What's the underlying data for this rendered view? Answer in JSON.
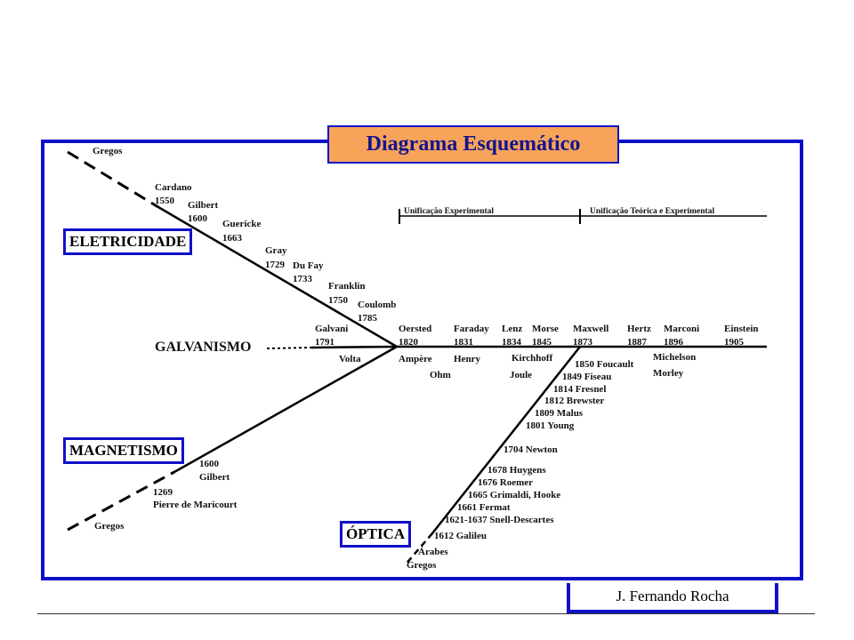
{
  "title": "Diagrama Esquemático",
  "author": "J. Fernando Rocha",
  "categories": {
    "eletricidade": "ELETRICIDADE",
    "magnetismo": "MAGNETISMO",
    "otica": "ÓPTICA",
    "galvanismo": "GALVANISMO"
  },
  "unification": {
    "experimental": "Unificação Experimental",
    "teorica": "Unificação Teórica e Experimental"
  },
  "electricity": {
    "gregos": "Gregos",
    "cardano": "Cardano",
    "cardano_year": "1550",
    "gilbert": "Gilbert",
    "gilbert_year": "1600",
    "guericke": "Guericke",
    "guericke_year": "1663",
    "gray": "Gray",
    "gray_year": "1729",
    "dufay": "Du Fay",
    "dufay_year": "1733",
    "franklin": "Franklin",
    "franklin_year": "1750",
    "coulomb": "Coulomb",
    "coulomb_year": "1785"
  },
  "galvanism": {
    "galvani": "Galvani",
    "galvani_year": "1791",
    "volta": "Volta"
  },
  "main_line": {
    "oersted": "Oersted",
    "oersted_year": "1820",
    "faraday": "Faraday",
    "faraday_year": "1831",
    "lenz": "Lenz",
    "lenz_year": "1834",
    "morse": "Morse",
    "morse_year": "1845",
    "maxwell": "Maxwell",
    "maxwell_year": "1873",
    "hertz": "Hertz",
    "hertz_year": "1887",
    "marconi": "Marconi",
    "marconi_year": "1896",
    "einstein": "Einstein",
    "einstein_year": "1905",
    "ampere": "Ampère",
    "ohm": "Ohm",
    "henry": "Henry",
    "kirchhoff": "Kirchhoff",
    "joule": "Joule",
    "michelson": "Michelson",
    "morley": "Morley"
  },
  "magnetism": {
    "gilbert_year": "1600",
    "gilbert": "Gilbert",
    "maricourt_year": "1269",
    "maricourt": "Pierre de Maricourt",
    "gregos": "Gregos"
  },
  "optics": {
    "foucault": "1850 Foucault",
    "fiseau": "1849 Fiseau",
    "fresnel": "1814 Fresnel",
    "brewster": "1812 Brewster",
    "malus": "1809 Malus",
    "young": "1801 Young",
    "newton": "1704 Newton",
    "huygens": "1678 Huygens",
    "roemer": "1676 Roemer",
    "grimaldi": "1665 Grimaldi, Hooke",
    "fermat": "1661 Fermat",
    "snell": "1621-1637 Snell-Descartes",
    "galileu": "1612 Galileu",
    "arabes": "Árabes",
    "gregos": "Gregos"
  }
}
